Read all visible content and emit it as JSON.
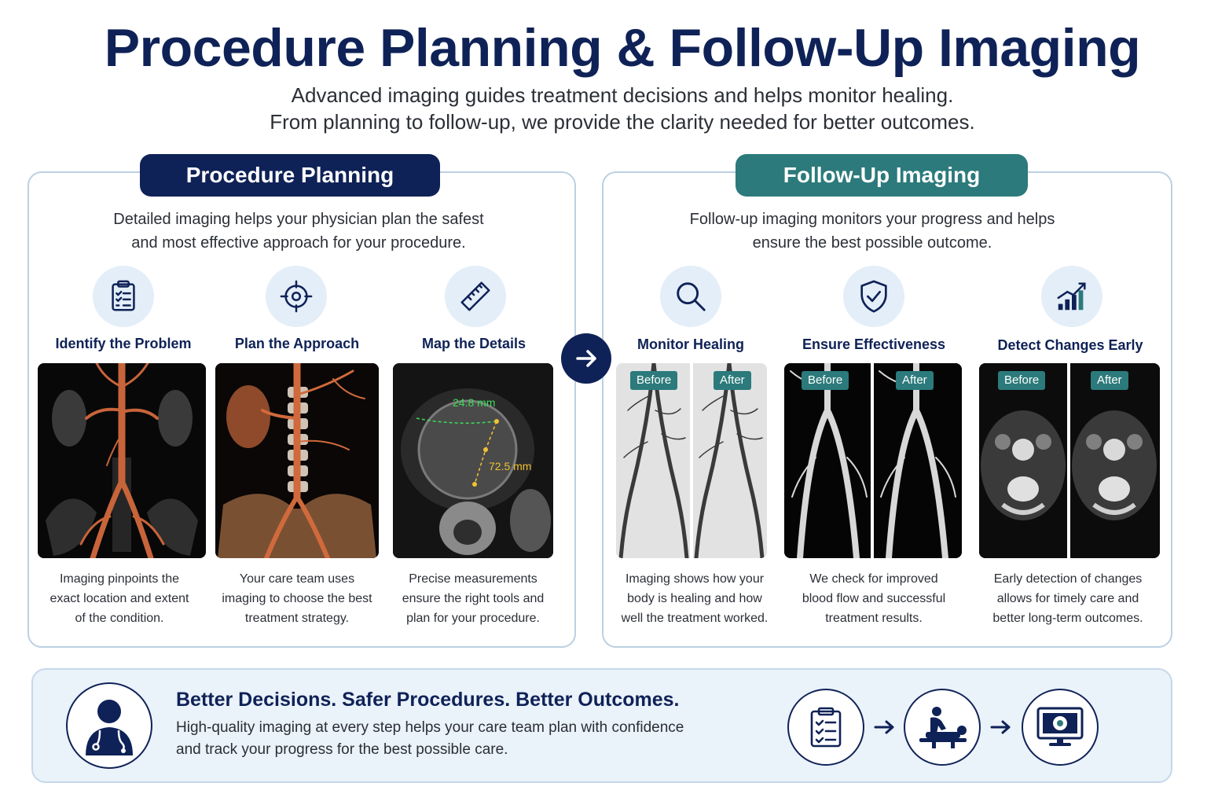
{
  "header": {
    "title": "Procedure Planning & Follow-Up Imaging",
    "subtitle_line1": "Advanced imaging guides treatment decisions and helps monitor healing.",
    "subtitle_line2": "From planning to follow-up, we provide the clarity needed for better outcomes."
  },
  "planning": {
    "heading": "Procedure Planning",
    "intro_line1": "Detailed imaging helps your physician plan the safest",
    "intro_line2": "and most effective approach for your procedure.",
    "steps": [
      {
        "icon": "clipboard-icon",
        "title": "Identify the Problem",
        "caption_line1": "Imaging pinpoints the",
        "caption_line2": "exact location and extent",
        "caption_line3": "of the condition."
      },
      {
        "icon": "target-icon",
        "title": "Plan the Approach",
        "caption_line1": "Your care team uses",
        "caption_line2": "imaging to choose the best",
        "caption_line3": "treatment strategy."
      },
      {
        "icon": "ruler-icon",
        "title": "Map the Details",
        "caption_line1": "Precise measurements",
        "caption_line2": "ensure the right tools and",
        "caption_line3": "plan for your procedure.",
        "measurement_1": "24.8 mm",
        "measurement_2": "72.5 mm"
      }
    ]
  },
  "followup": {
    "heading": "Follow-Up Imaging",
    "intro_line1": "Follow-up imaging monitors your progress and helps",
    "intro_line2": "ensure the best possible outcome.",
    "before_label": "Before",
    "after_label": "After",
    "steps": [
      {
        "icon": "magnifier-icon",
        "title": "Monitor Healing",
        "caption_line1": "Imaging shows how your",
        "caption_line2": "body is healing and how",
        "caption_line3": "well the treatment worked."
      },
      {
        "icon": "shield-check-icon",
        "title": "Ensure Effectiveness",
        "caption_line1": "We check for improved",
        "caption_line2": "blood flow and successful",
        "caption_line3": "treatment results."
      },
      {
        "icon": "growth-chart-icon",
        "title": "Detect Changes Early",
        "caption_line1": "Early detection of changes",
        "caption_line2": "allows for timely care and",
        "caption_line3": "better long-term outcomes."
      }
    ]
  },
  "banner": {
    "title": "Better Decisions. Safer Procedures. Better Outcomes.",
    "text_line1": "High-quality imaging at every step helps your care team plan with confidence",
    "text_line2": "and track your progress for the best possible care.",
    "flow_icons": [
      "checklist-icon",
      "patient-procedure-icon",
      "monitor-scan-icon"
    ]
  },
  "colors": {
    "navy": "#0f2257",
    "teal": "#2c7a7b",
    "panel_border": "#bcd0e2",
    "banner_bg": "#eaf2fa",
    "vessel": "#c8643a",
    "measure_green": "#3ddc5a",
    "measure_yellow": "#f2c230"
  }
}
